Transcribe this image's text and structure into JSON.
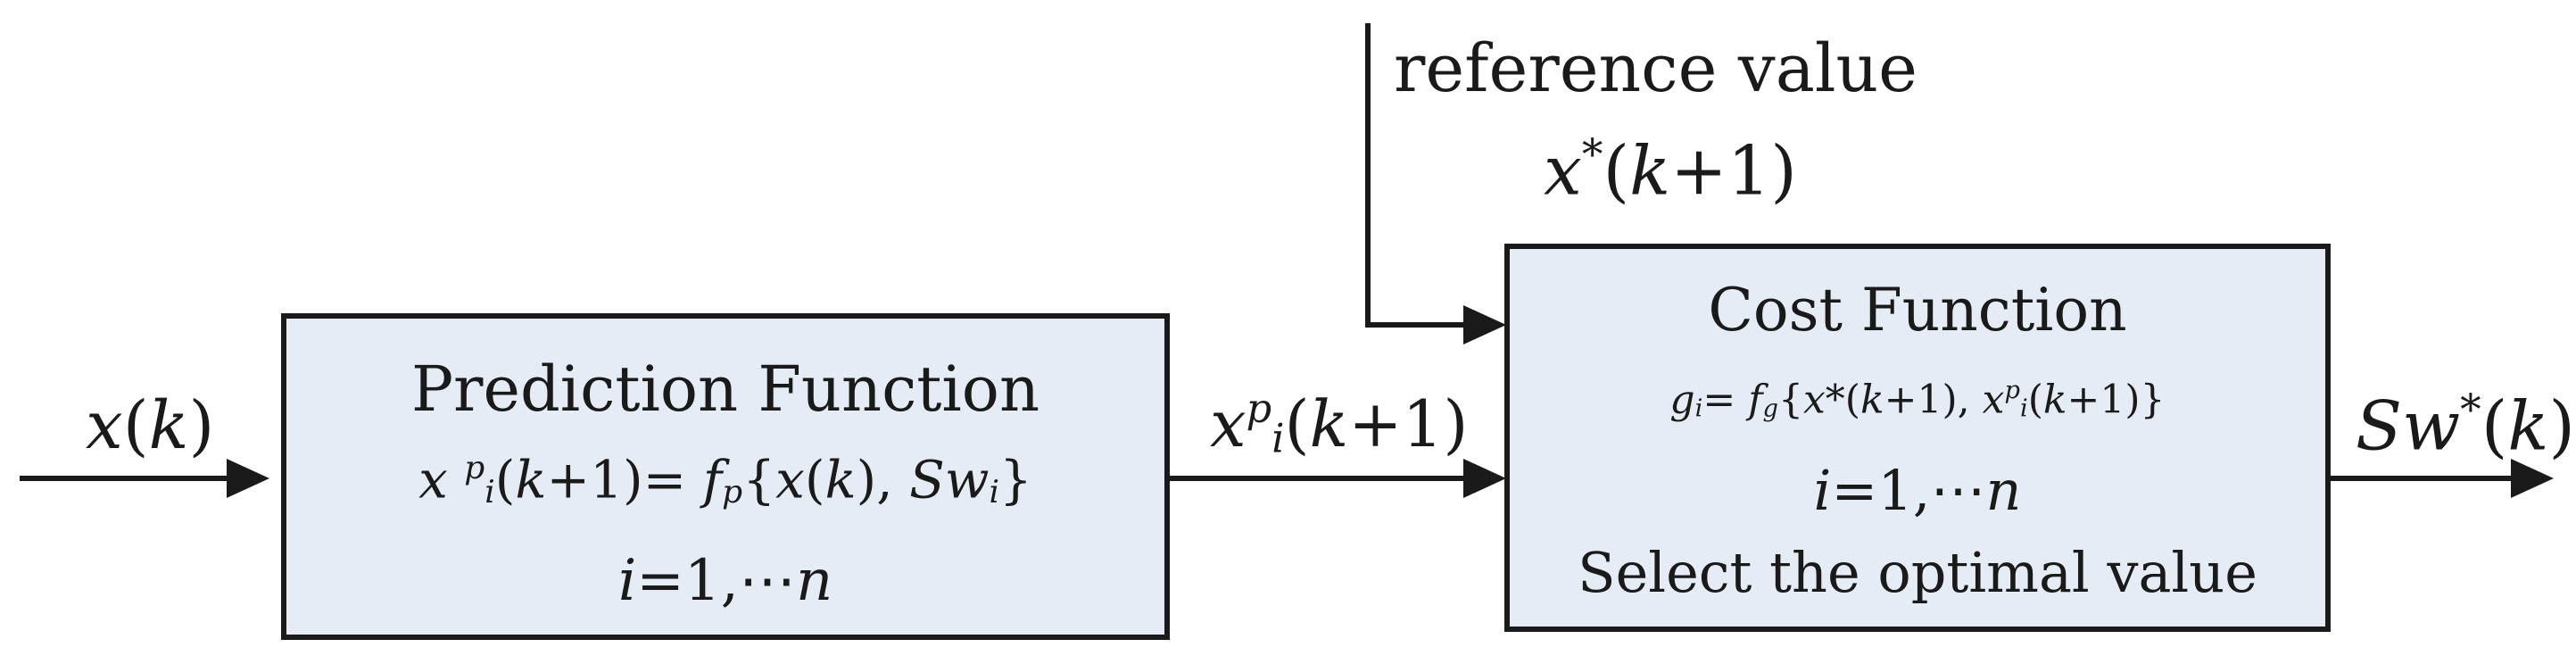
{
  "inputs": {
    "xk": {
      "base": "x",
      "open": "(",
      "k": "k",
      "close": ")"
    }
  },
  "prediction": {
    "title": "Prediction Function",
    "eq": {
      "x": "x",
      "p": "p",
      "i": "i",
      "open": "(",
      "k": "k",
      "plus1": "+1)=",
      "f": "f",
      "fp": "p",
      "brace": "{",
      "xk_x": "x",
      "xk_open": "(",
      "xk_k": "k",
      "xk_close": "),",
      "sw": "Sw",
      "swi": "i",
      "end": "}"
    },
    "range": {
      "i": "i",
      "rest": "=1,⋯",
      "n": "n"
    }
  },
  "mid": {
    "x": "x",
    "p": "p",
    "i": "i",
    "open": "(",
    "k": "k",
    "rest": "+1)"
  },
  "reference": {
    "label": "reference value",
    "sym": {
      "x": "x",
      "star": "*",
      "open": "(",
      "k": "k",
      "rest": "+1)"
    }
  },
  "cost": {
    "title": "Cost Function",
    "eq": {
      "g": "g",
      "gi": "i",
      "eq": "=",
      "f": "f",
      "fg": "g",
      "brace": "{",
      "x1": "x",
      "s1": "*",
      "o1": "(",
      "k1": "k",
      "r1": "+1),",
      "x2": "x",
      "p2": "p",
      "i2": "i",
      "o2": "(",
      "k2": "k",
      "r2": "+1)}"
    },
    "range": {
      "i": "i",
      "rest": "=1,⋯",
      "n": "n"
    },
    "select": "Select the optimal value"
  },
  "output": {
    "sw": "Sw",
    "star": "*",
    "open": "(",
    "k": "k",
    "close": ")"
  },
  "colors": {
    "box_fill": "#e6ecf6",
    "line": "#1a1a1a"
  }
}
